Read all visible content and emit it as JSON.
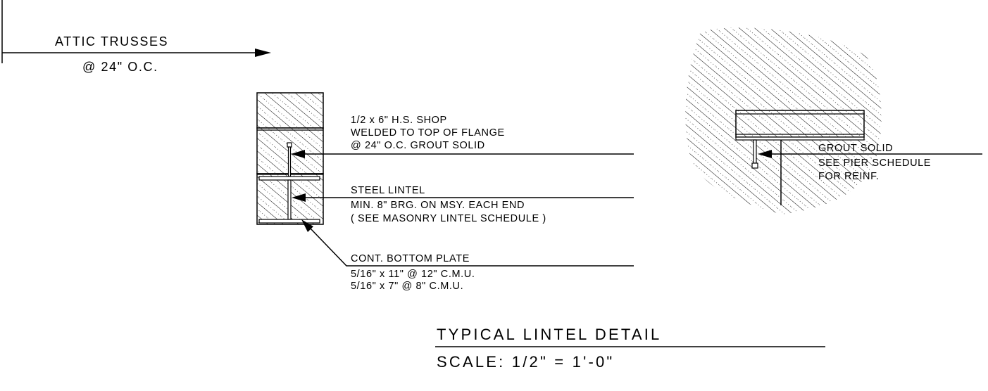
{
  "callouts": {
    "attic": {
      "line1": "ATTIC TRUSSES",
      "line2": "@ 24\" O.C."
    },
    "stud": {
      "line1": "1/2  x 6\" H.S. SHOP",
      "line2": "WELDED TO TOP OF FLANGE",
      "line3": "@ 24\" O.C. GROUT SOLID"
    },
    "lintel": {
      "line1": "STEEL LINTEL",
      "line2": "MIN. 8\" BRG. ON MSY. EACH END",
      "line3": "( SEE MASONRY LINTEL SCHEDULE )"
    },
    "plate": {
      "line1": "CONT. BOTTOM PLATE",
      "line2": "5/16\" x 11\" @ 12\" C.M.U.",
      "line3": "5/16\" x 7\" @ 8\" C.M.U."
    },
    "pier": {
      "line1": "GROUT SOLID",
      "line2": "SEE PIER SCHEDULE",
      "line3": "FOR REINF."
    }
  },
  "title_block": {
    "title": "TYPICAL LINTEL DETAIL",
    "scale": "SCALE: 1/2\" = 1'-0\""
  },
  "colors": {
    "ink": "#000000",
    "paper": "#ffffff"
  }
}
